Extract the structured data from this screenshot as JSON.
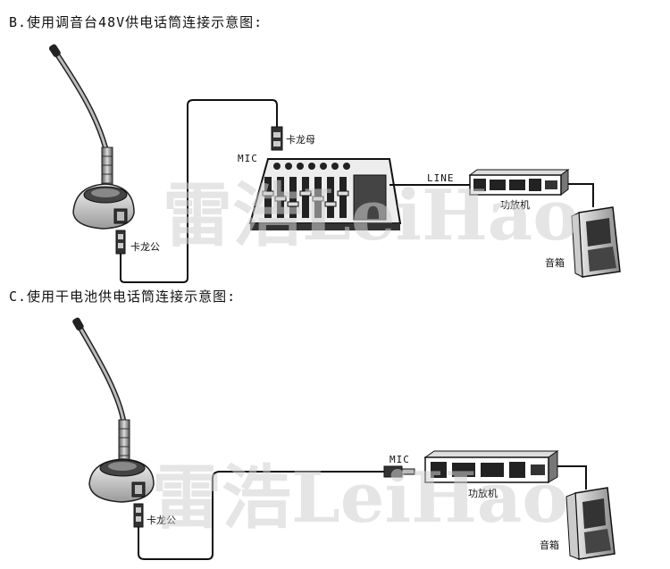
{
  "sections": {
    "b": {
      "title": "B.使用调音台48V供电话筒连接示意图:",
      "labels": {
        "mic_socket": "MIC",
        "xlr_female": "卡龙母",
        "xlr_male": "卡龙公",
        "line": "LINE",
        "amplifier": "功放机",
        "speaker": "音箱"
      }
    },
    "c": {
      "title": "C.使用干电池供电话筒连接示意图:",
      "labels": {
        "mic_plug": "MIC",
        "xlr_male": "卡龙公",
        "amplifier": "功放机",
        "speaker": "音箱"
      }
    }
  },
  "watermark": {
    "text": "雷浩LeiHao"
  }
}
